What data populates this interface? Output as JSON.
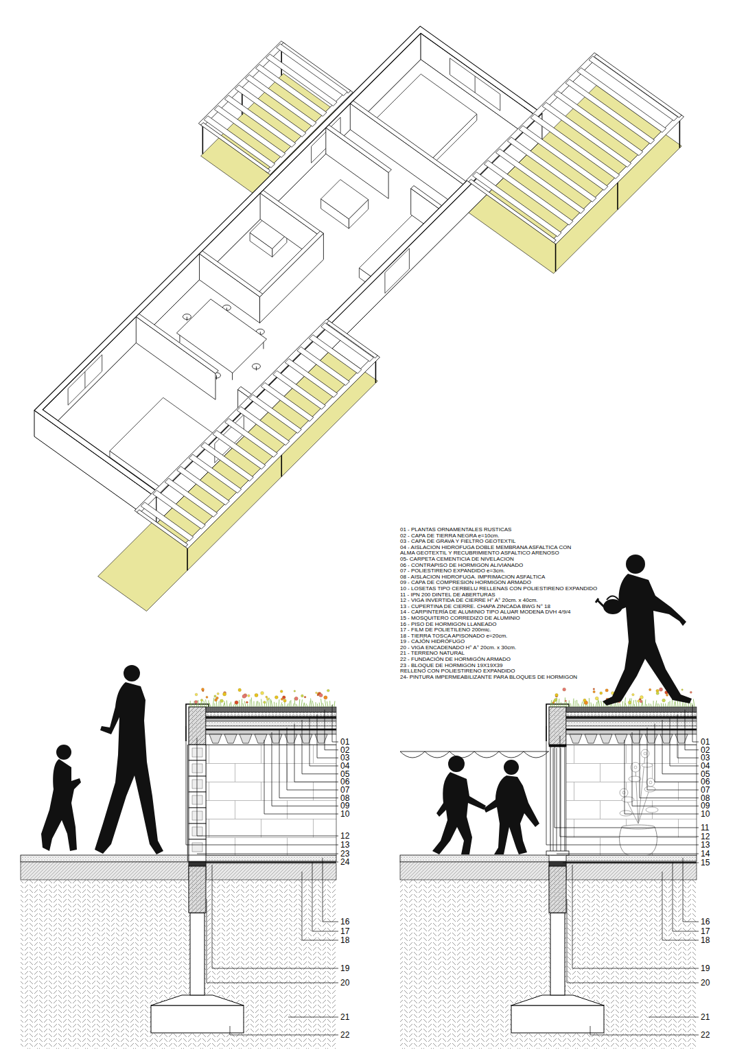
{
  "diagram": {
    "labels": [
      "01 - PLANTAS ORNAMENTALES RUSTICAS",
      "02 - CAPA DE TIERRA NEGRA e=10cm.",
      "03 - CAPA DE GRAVA Y FIELTRO GEOTEXTIL",
      "04 - AISLACION HIDROFUGA DOBLE MEMBRANA ASFALTICA CON ALMA GEOTEXTIL Y RECUBRIMIENTO ASFALTICO ARENOSO",
      "05- CARPETA CEMENTICIA DE NIVELACION",
      "06 - CONTRAPISO DE HORMIGON ALIVIANADO",
      "07 - POLIESTIRENO EXPANDIDO e=3cm.",
      "08 - AISLACION HIDROFUGA. IMPRIMACION ASFALTICA",
      "09 - CAPA DE COMPRESION HORMIGON ARMADO",
      "10 - LOSETAS TIPO CERBELU RELLENAS CON POLIESTIRENO EXPANDIDO",
      "11 - IPN 200 DINTEL DE ABERTURAS",
      "12 - VIGA INVERTIDA DE CIERRE H° A° 20cm. x 40cm.",
      "13 - CUPERTINA DE CIERRE. CHAPA ZINCADA BWG N° 18",
      "14 - CARPINTERÍA DE ALUMINIO TIPO ALUAR MODENA DVH 4/9/4",
      "15 - MOSQUITERO CORREDIZO DE ALUMINIO",
      "16 - PISO DE HORMIGON LLANEADO",
      "17 - FILM DE POLIETILENO 200mic.",
      "18 - TIERRA TOSCA APISONADO e=20cm.",
      "19 - CAJÓN HIDRÓFUGO",
      "20 - VIGA ENCADENADO H° A° 20cm. x 30cm.",
      "21 - TERRENO NATURAL",
      "22 - FUNDACIÓN DE HORMIGÓN ARMADO",
      "23 - BLOQUE DE HORMIGON 19X19X39 RELLENO CON POLIESTIRENO EXPANDIDO",
      "24- PINTURA IMPERMEABILIZANTE PARA BLOQUES DE HORMIGON",
      "01",
      "02",
      "03",
      "04",
      "05",
      "06",
      "07",
      "08",
      "09",
      "10",
      "12",
      "13",
      "23",
      "24",
      "16",
      "17",
      "18",
      "19",
      "20",
      "21",
      "22",
      "01",
      "02",
      "03",
      "04",
      "05",
      "06",
      "07",
      "08",
      "09",
      "10",
      "11",
      "12",
      "13",
      "14",
      "15",
      "16",
      "17",
      "18",
      "19",
      "20",
      "21",
      "22"
    ]
  }
}
